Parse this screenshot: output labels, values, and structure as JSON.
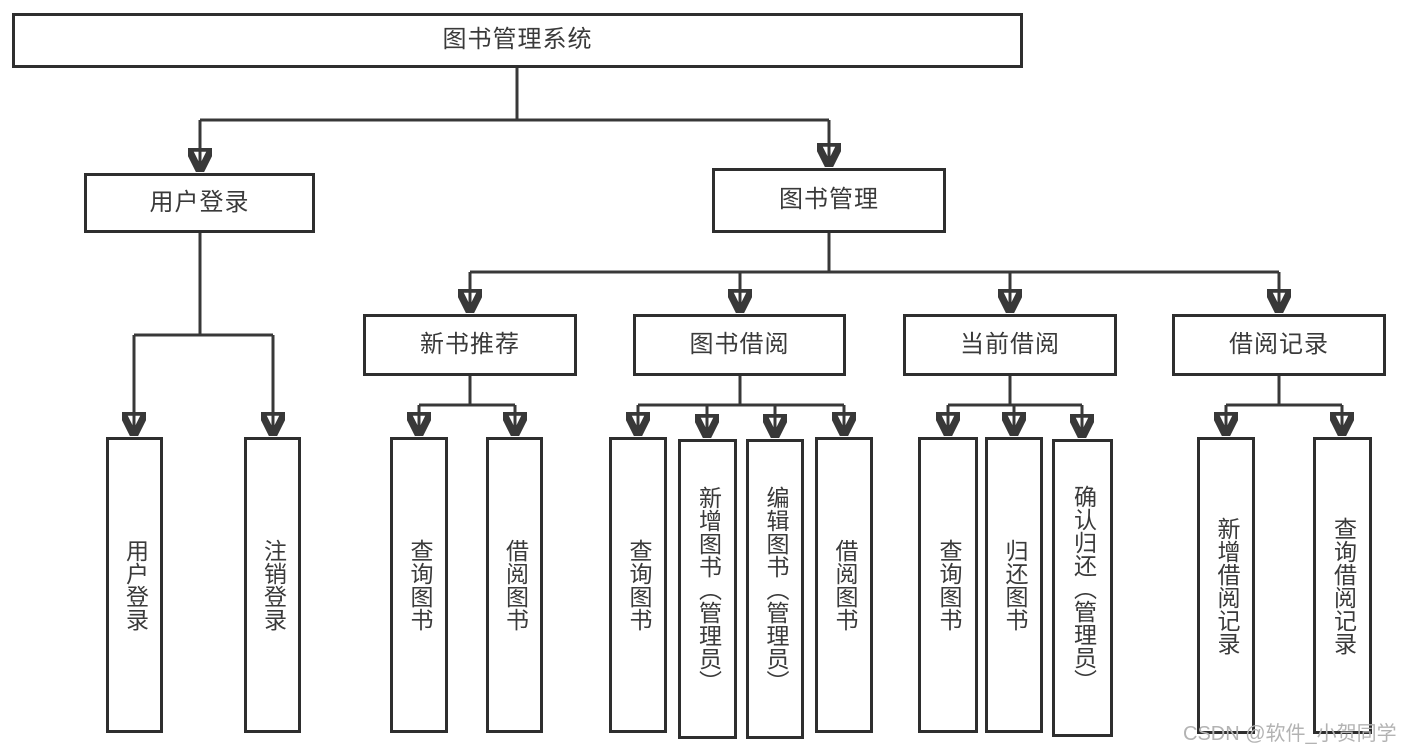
{
  "diagram": {
    "type": "hierarchy-tree",
    "title": "图书管理系统",
    "colors": {
      "background": "#ffffff",
      "line": "#383838",
      "box_border": "#2e2e2e",
      "text": "#3a3a3a",
      "watermark_text": "#b3b3b3"
    },
    "tree": {
      "label": "图书管理系统",
      "children": [
        {
          "label": "用户登录",
          "children": [
            {
              "label": "用户登录"
            },
            {
              "label": "注销登录"
            }
          ]
        },
        {
          "label": "图书管理",
          "children": [
            {
              "label": "新书推荐",
              "children": [
                {
                  "label": "查询图书"
                },
                {
                  "label": "借阅图书"
                }
              ]
            },
            {
              "label": "图书借阅",
              "children": [
                {
                  "label": "查询图书"
                },
                {
                  "label": "新增图书（管理员）"
                },
                {
                  "label": "编辑图书（管理员）"
                },
                {
                  "label": "借阅图书"
                }
              ]
            },
            {
              "label": "当前借阅",
              "children": [
                {
                  "label": "查询图书"
                },
                {
                  "label": "归还图书"
                },
                {
                  "label": "确认归还（管理员）"
                }
              ]
            },
            {
              "label": "借阅记录",
              "children": [
                {
                  "label": "新增借阅记录"
                },
                {
                  "label": "查询借阅记录"
                }
              ]
            }
          ]
        }
      ]
    },
    "watermark": "CSDN @软件_小贺同学"
  }
}
